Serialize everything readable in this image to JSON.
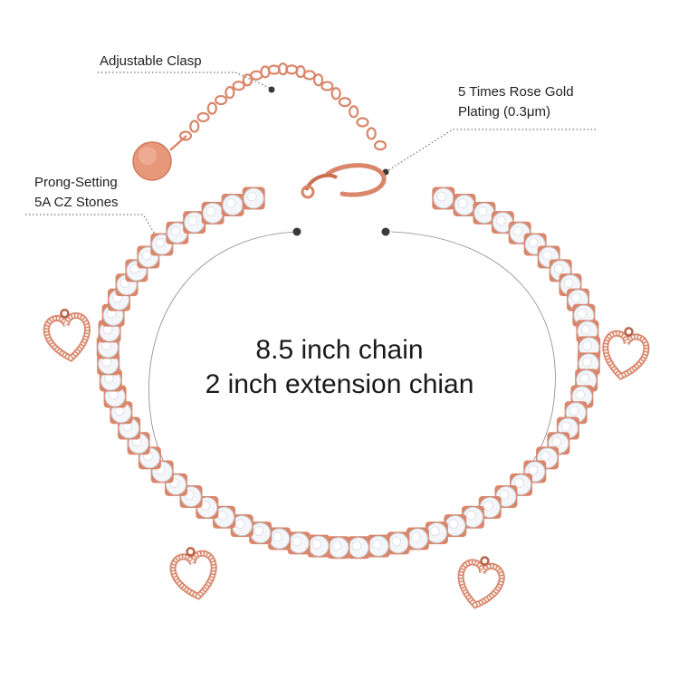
{
  "annotations": {
    "clasp": "Adjustable Clasp",
    "plating_line1": "5 Times Rose Gold",
    "plating_line2": "Plating (0.3μm)",
    "stones_line1": "Prong-Setting",
    "stones_line2": "5A CZ Stones"
  },
  "center": {
    "line1": "8.5 inch chain",
    "line2": "2 inch extension chian"
  },
  "colors": {
    "rose_gold": "#d9866a",
    "rose_gold_dark": "#b9644a",
    "stone_fill": "#f4f6fa",
    "stone_edge": "#c9cdd6",
    "leader": "#555555",
    "dot": "#3a3a3a",
    "guide": "#8a8a8a"
  },
  "icons": [
    "heart-charm-icon",
    "round-tag-icon",
    "lobster-clasp-icon"
  ]
}
